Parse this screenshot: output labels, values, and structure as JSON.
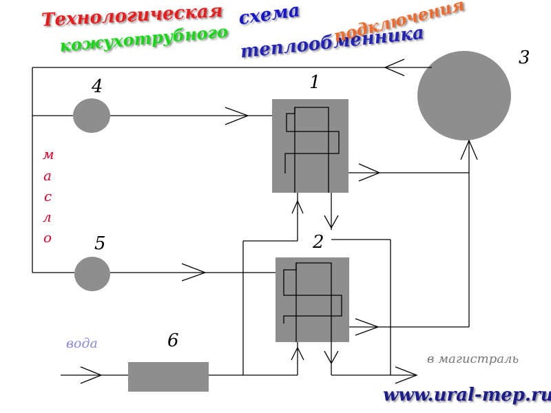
{
  "title": {
    "line1": "Технологическая",
    "line2": "кожухотрубного",
    "line3": "схема",
    "line4": "теплообменника",
    "line5": "подключения"
  },
  "numbers": {
    "hx1": "1",
    "hx2": "2",
    "tank3": "3",
    "pump4": "4",
    "pump5": "5",
    "heater6": "6"
  },
  "labels": {
    "oil_vertical": [
      "м",
      "а",
      "с",
      "л",
      "о"
    ],
    "water": "вода",
    "to_main": "в магистраль",
    "website": "www.ural-mep.ru"
  },
  "colors": {
    "title1": "#e81d1d",
    "title2": "#15d615",
    "title3": "#1717c8",
    "title4": "#2222b4",
    "title5": "#ef6a2c",
    "shape_fill": "#8e8e8e",
    "oil_text": "#e0002a",
    "water_text": "#8888dd",
    "main_text": "#777777",
    "website_text": "#1b1b8c",
    "lines": "#000000"
  }
}
